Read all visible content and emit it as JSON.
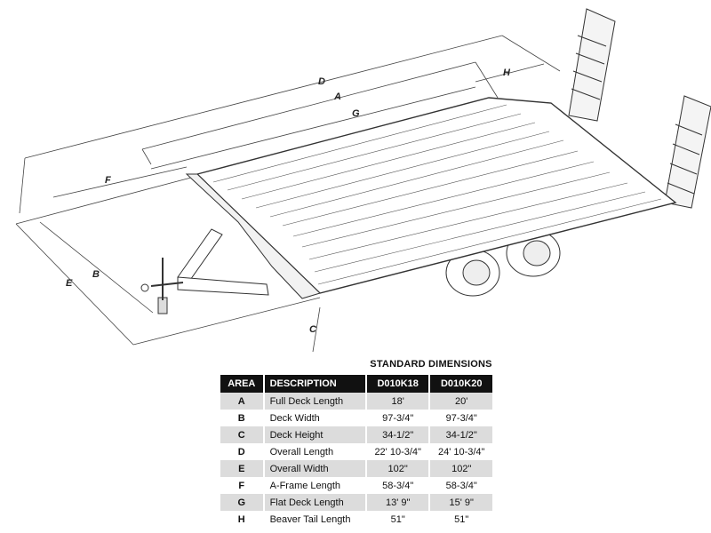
{
  "drawing": {
    "dimension_labels": [
      "D",
      "A",
      "G",
      "H",
      "F",
      "B",
      "E",
      "C"
    ]
  },
  "table": {
    "title": "STANDARD DIMENSIONS",
    "headers": [
      "AREA",
      "DESCRIPTION",
      "D010K18",
      "D010K20"
    ],
    "rows": [
      {
        "area": "A",
        "description": "Full Deck Length",
        "k18": "18'",
        "k20": "20'"
      },
      {
        "area": "B",
        "description": "Deck Width",
        "k18": "97-3/4\"",
        "k20": "97-3/4\""
      },
      {
        "area": "C",
        "description": "Deck Height",
        "k18": "34-1/2\"",
        "k20": "34-1/2\""
      },
      {
        "area": "D",
        "description": "Overall Length",
        "k18": "22' 10-3/4\"",
        "k20": "24' 10-3/4\""
      },
      {
        "area": "E",
        "description": "Overall Width",
        "k18": "102\"",
        "k20": "102\""
      },
      {
        "area": "F",
        "description": "A-Frame Length",
        "k18": "58-3/4\"",
        "k20": "58-3/4\""
      },
      {
        "area": "G",
        "description": "Flat Deck Length",
        "k18": "13' 9\"",
        "k20": "15' 9\""
      },
      {
        "area": "H",
        "description": "Beaver Tail Length",
        "k18": "51\"",
        "k20": "51\""
      }
    ]
  },
  "colors": {
    "line": "#333333",
    "header_bg": "#111111",
    "row_shade": "#dcdcdc"
  }
}
